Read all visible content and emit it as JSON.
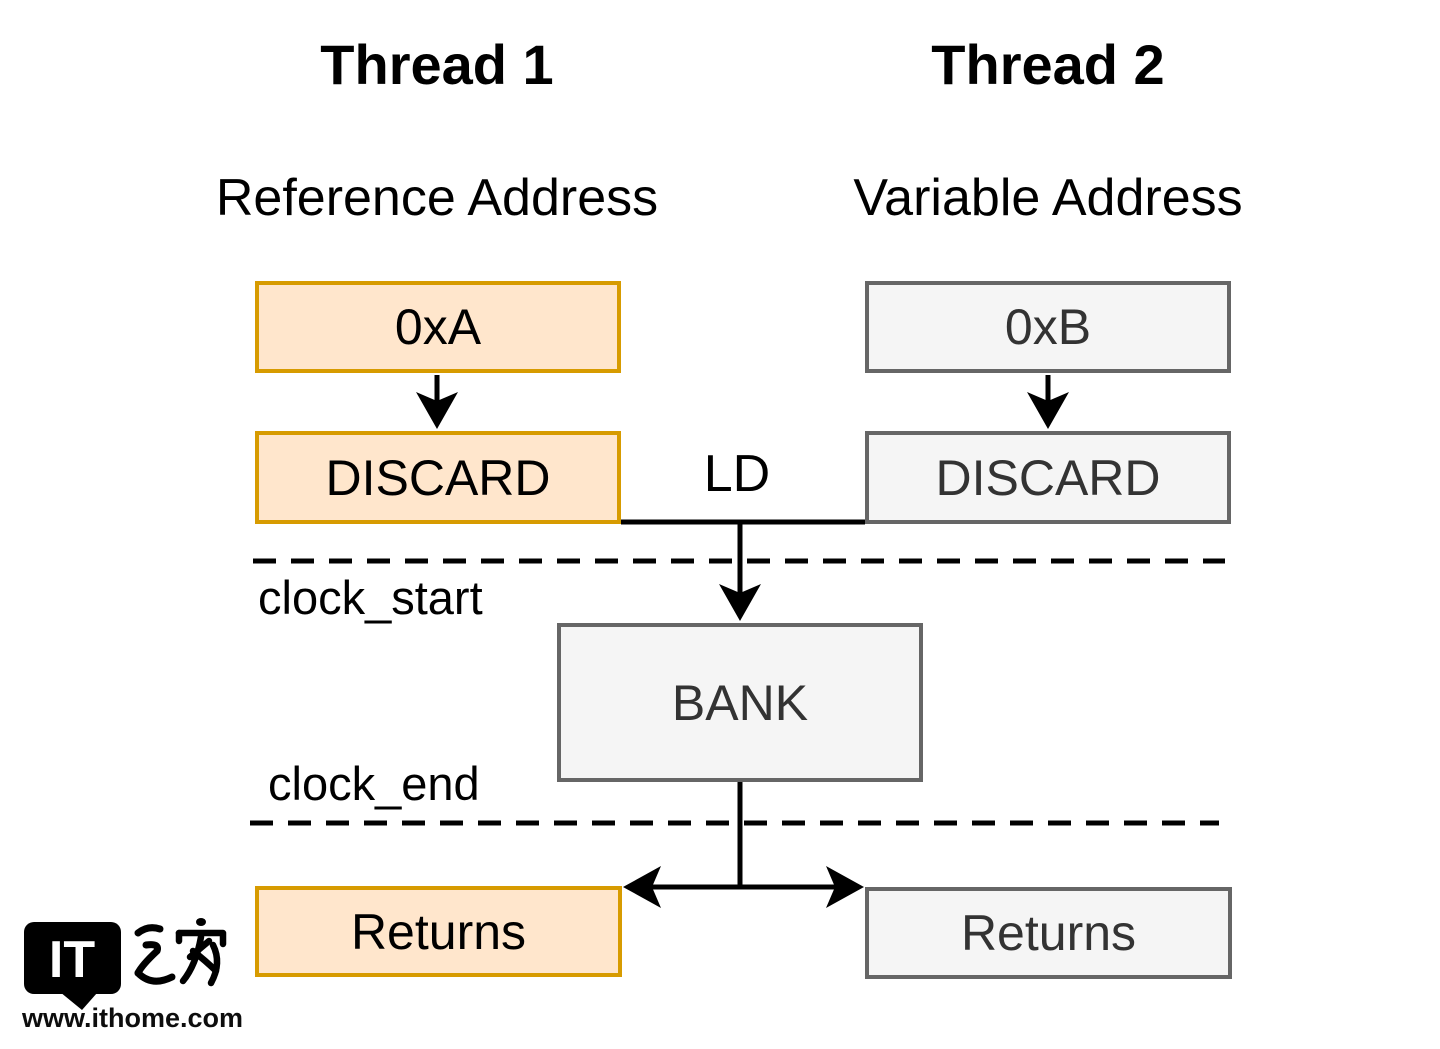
{
  "diagram": {
    "threads": [
      {
        "title": "Thread 1",
        "subtitle": "Reference Address",
        "address_box": "0xA",
        "discard_box": "DISCARD",
        "returns_box": "Returns",
        "fill": "#FFE6CC",
        "stroke": "#D79B00",
        "text_color": "#000000"
      },
      {
        "title": "Thread 2",
        "subtitle": "Variable Address",
        "address_box": "0xB",
        "discard_box": "DISCARD",
        "returns_box": "Returns",
        "fill": "#F5F5F5",
        "stroke": "#666666",
        "text_color": "#333333"
      }
    ],
    "center": {
      "ld_label": "LD",
      "bank_box": "BANK",
      "clock_start_label": "clock_start",
      "clock_end_label": "clock_end"
    },
    "connector_color": "#000000",
    "background": "#FFFFFF"
  },
  "watermark": {
    "logo_short": "IT",
    "logo_cjk": "之家",
    "site_url": "www.ithome.com"
  }
}
